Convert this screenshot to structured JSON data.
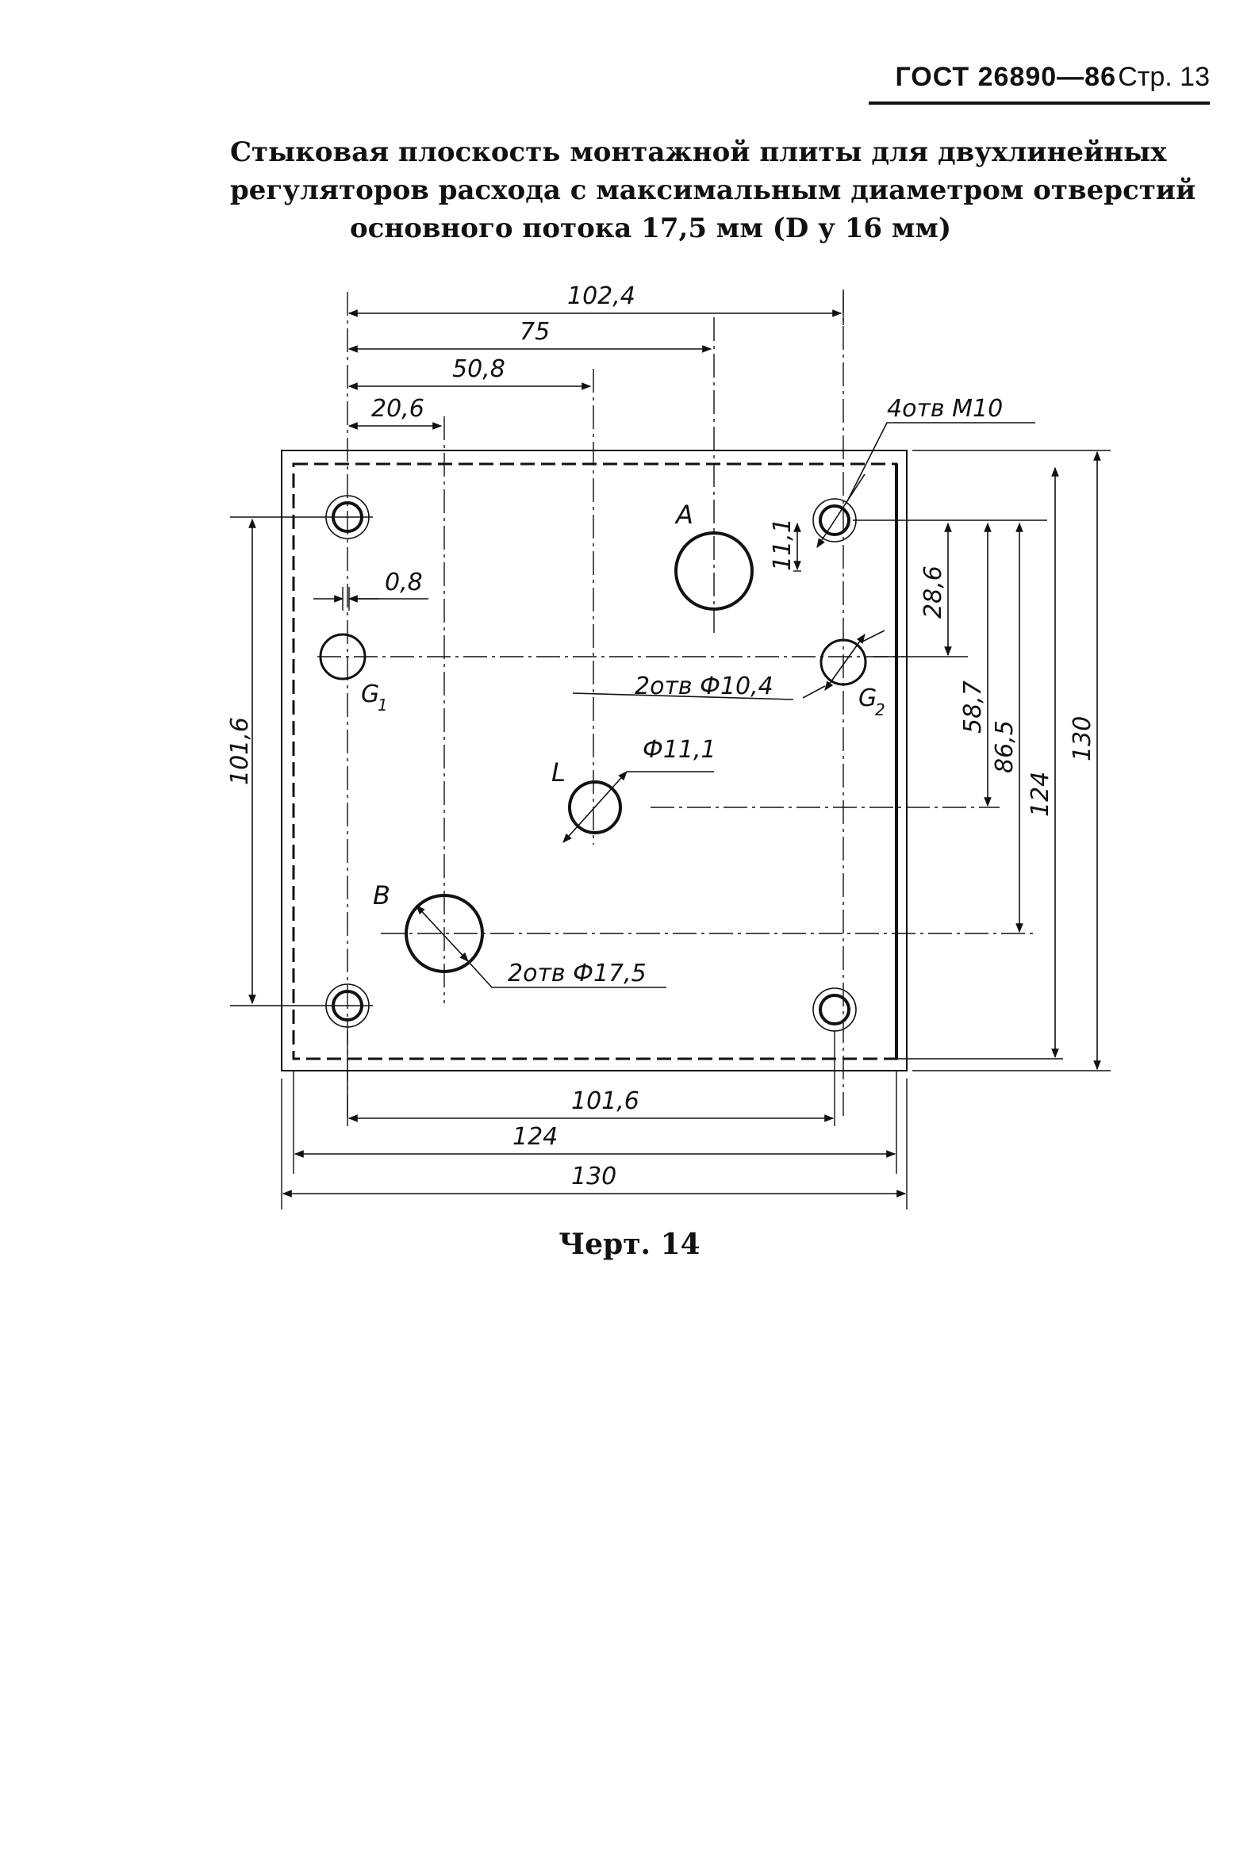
{
  "header": {
    "standard": "ГОСТ 26890—86",
    "page": "Стр. 13"
  },
  "title": {
    "line1": "Стыковая плоскость монтажной плиты для двухлинейных",
    "line2": "регуляторов расхода с максимальным диаметром отверстий",
    "line3": "основного потока 17,5 мм (D у 16 мм)"
  },
  "drawing": {
    "dims_top": [
      "102,4",
      "75",
      "50,8",
      "20,6"
    ],
    "dim_small_gap": "0,8",
    "dim_left": "101,6",
    "dims_bottom": [
      "101,6",
      "124",
      "130"
    ],
    "dims_right": [
      "11,1",
      "28,6",
      "58,7",
      "86,5",
      "124",
      "130"
    ],
    "port_labels": {
      "A": "A",
      "B": "B",
      "L": "L",
      "G1": "G",
      "G1_sub": "1",
      "G2": "G",
      "G2_sub": "2"
    },
    "callouts": {
      "mounting_holes": "4отв М10",
      "pilot_holes": "2отв Ф10,4",
      "drain_hole": "Ф11,1",
      "main_ports": "2отв Ф17,5"
    }
  },
  "caption": "Черт. 14"
}
